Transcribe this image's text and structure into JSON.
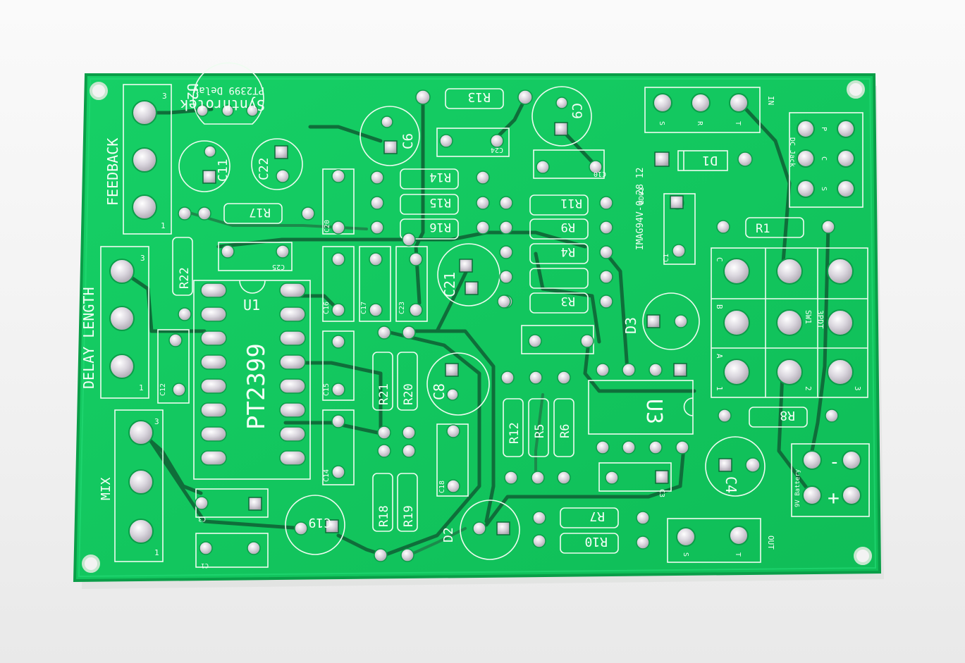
{
  "board": {
    "brand": "Synthrotek",
    "project": "PT2399 Delay",
    "mfg_code": "IMAG94V-0 28 12",
    "mfg_code2": "BD01",
    "colors": {
      "soldermask": "#12c85e",
      "soldermask_edge": "#0aa84c",
      "silk": "#f4fff6",
      "pad": "#d8d4dc",
      "background": "#f4f4f4"
    }
  },
  "pots": {
    "feedback": "FEEDBACK",
    "delay_length": "DELAY LENGTH",
    "mix": "MIX",
    "pin1": "1",
    "pin3": "3"
  },
  "chips": {
    "u1": "U1",
    "u1_part": "PT2399",
    "u2": "U2",
    "u3": "U3"
  },
  "resistors": {
    "r1": "R1",
    "r3": "R3",
    "r4": "R4",
    "r5": "R5",
    "r6": "R6",
    "r7": "R7",
    "r8": "R8",
    "r9": "R9",
    "r10": "R10",
    "r11": "R11",
    "r12": "R12",
    "r13": "R13",
    "r14": "R14",
    "r15": "R15",
    "r16": "R16",
    "r17": "R17",
    "r18": "R18",
    "r19": "R19",
    "r20": "R20",
    "r21": "R21",
    "r22": "R22"
  },
  "capacitors": {
    "c1": "C1",
    "c3": "C3",
    "c4": "C4",
    "c6": "C6",
    "c8": "C8",
    "c9": "C9",
    "c10": "C10",
    "c11": "C11",
    "c12": "C12",
    "c14": "C14",
    "c15": "C15",
    "c16": "C16",
    "c17": "C17",
    "c18": "C18",
    "c19": "C19",
    "c20": "C20",
    "c21": "C21",
    "c22": "C22",
    "c23": "C23",
    "c24": "C24",
    "c25": "C25"
  },
  "diodes": {
    "d1": "D1",
    "d2": "D2",
    "d3": "D3"
  },
  "jacks": {
    "in": "IN",
    "out": "OUT",
    "s": "S",
    "r": "R",
    "t": "T",
    "dc_jack": "DC Jack",
    "p": "P",
    "c": "C",
    "battery": "9V Battery",
    "plus": "+",
    "minus": "-"
  },
  "switch": {
    "sw1": "SW1",
    "type": "3PDT",
    "row_c": "C",
    "row_b": "B",
    "row_a": "A",
    "col1": "1",
    "col2": "2",
    "col3": "3"
  }
}
